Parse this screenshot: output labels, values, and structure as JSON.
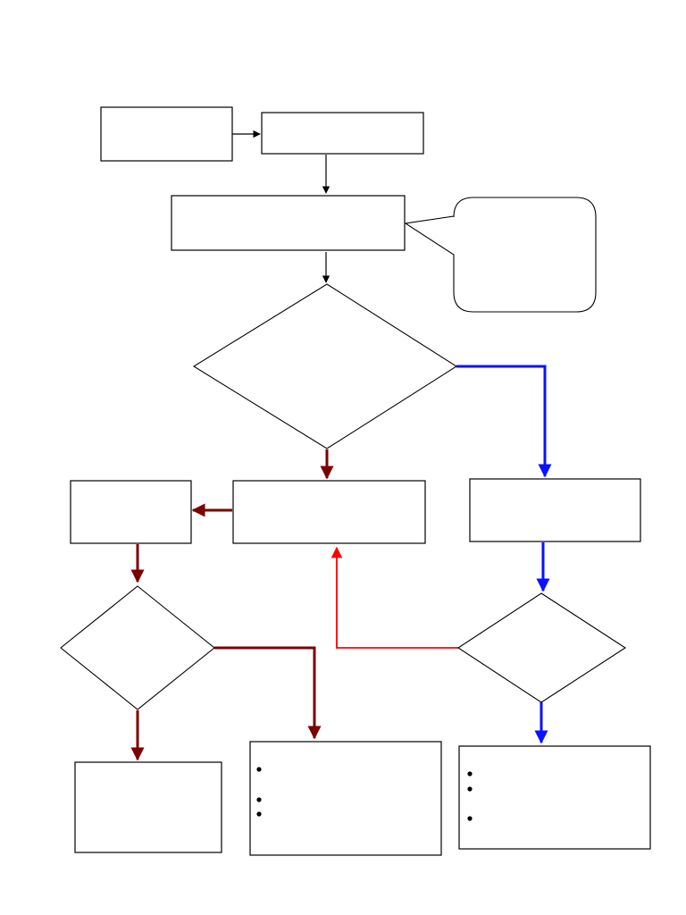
{
  "diagram": {
    "type": "flowchart",
    "colors": {
      "outline": "#000000",
      "connector_default": "#000000",
      "connector_left_branch": "#7b0000",
      "connector_right_branch": "#0a12ff",
      "connector_loop_back": "#ff0000",
      "fill": "#ffffff"
    },
    "nodes": [
      {
        "id": "start-box",
        "shape": "rectangle",
        "text": ""
      },
      {
        "id": "step-1-box",
        "shape": "rectangle",
        "text": ""
      },
      {
        "id": "step-2-box",
        "shape": "rectangle",
        "text": ""
      },
      {
        "id": "note-callout",
        "shape": "callout",
        "text": ""
      },
      {
        "id": "decision-main",
        "shape": "diamond",
        "text": ""
      },
      {
        "id": "left-action-box",
        "shape": "rectangle",
        "text": ""
      },
      {
        "id": "center-action-box",
        "shape": "rectangle",
        "text": ""
      },
      {
        "id": "right-action-box",
        "shape": "rectangle",
        "text": ""
      },
      {
        "id": "decision-left",
        "shape": "diamond",
        "text": ""
      },
      {
        "id": "decision-right",
        "shape": "diamond",
        "text": ""
      },
      {
        "id": "end-left-box",
        "shape": "rectangle",
        "text": ""
      },
      {
        "id": "bullet-box-center",
        "shape": "rectangle",
        "bullets": [
          "",
          "",
          ""
        ]
      },
      {
        "id": "bullet-box-right",
        "shape": "rectangle",
        "bullets": [
          "",
          "",
          ""
        ]
      }
    ],
    "edges": [
      {
        "from": "start-box",
        "to": "step-1-box",
        "color": "connector_default"
      },
      {
        "from": "step-1-box",
        "to": "step-2-box",
        "color": "connector_default"
      },
      {
        "from": "step-2-box",
        "to": "decision-main",
        "color": "connector_default"
      },
      {
        "from": "decision-main",
        "to": "center-action-box",
        "color": "connector_left_branch"
      },
      {
        "from": "decision-main",
        "to": "right-action-box",
        "color": "connector_right_branch"
      },
      {
        "from": "center-action-box",
        "to": "left-action-box",
        "color": "connector_left_branch"
      },
      {
        "from": "left-action-box",
        "to": "decision-left",
        "color": "connector_left_branch"
      },
      {
        "from": "decision-left",
        "to": "end-left-box",
        "color": "connector_left_branch"
      },
      {
        "from": "decision-left",
        "to": "bullet-box-center",
        "color": "connector_left_branch"
      },
      {
        "from": "right-action-box",
        "to": "decision-right",
        "color": "connector_right_branch"
      },
      {
        "from": "decision-right",
        "to": "bullet-box-right",
        "color": "connector_right_branch"
      },
      {
        "from": "decision-right",
        "to": "center-action-box",
        "color": "connector_loop_back"
      }
    ]
  }
}
